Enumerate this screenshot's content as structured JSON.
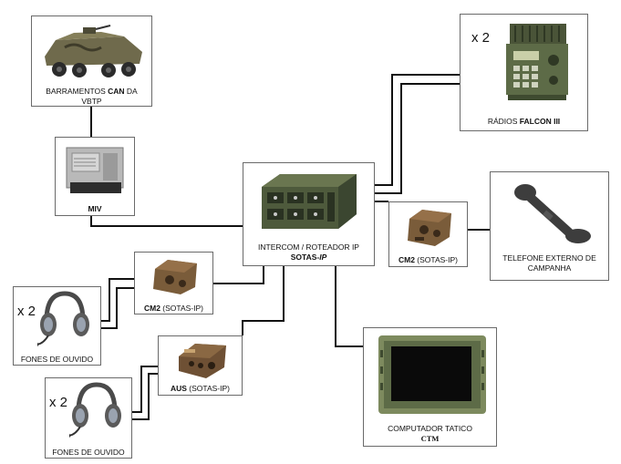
{
  "nodes": {
    "vbtp": {
      "line1_a": "BARRAMENTOS ",
      "line1_b": "CAN",
      "line1_c": " DA",
      "line2": "VBTP"
    },
    "miv": {
      "label": "MIV"
    },
    "radios": {
      "mult": "x 2",
      "label_a": "RÁDIOS ",
      "label_b": "FALCON III"
    },
    "intercom": {
      "line1": "INTERCOM  / ROTEADOR IP",
      "line2_a": "SOTAS-",
      "line2_b": "IP"
    },
    "cm2_right": {
      "label_a": "CM2",
      "label_b": " (SOTAS-IP)"
    },
    "telefone": {
      "line1": "TELEFONE EXTERNO DE",
      "line2": "CAMPANHA"
    },
    "cm2_left": {
      "label_a": "CM2",
      "label_b": " (SOTAS-IP)"
    },
    "fones_1": {
      "mult": "x 2",
      "label": "FONES DE OUVIDO"
    },
    "aus": {
      "label_a": "AUS",
      "label_b": " (SOTAS-IP)"
    },
    "fones_2": {
      "mult": "x 2",
      "label": "FONES DE OUVIDO"
    },
    "ctm": {
      "line1": "COMPUTADOR TATICO",
      "line2": "CTM"
    }
  },
  "colors": {
    "wire": "#111111",
    "border": "#6a6a6a",
    "olive": "#5d6b47",
    "olive_dark": "#3e4a2f",
    "tan": "#7a5c3a",
    "screen": "#0a0a0a"
  }
}
